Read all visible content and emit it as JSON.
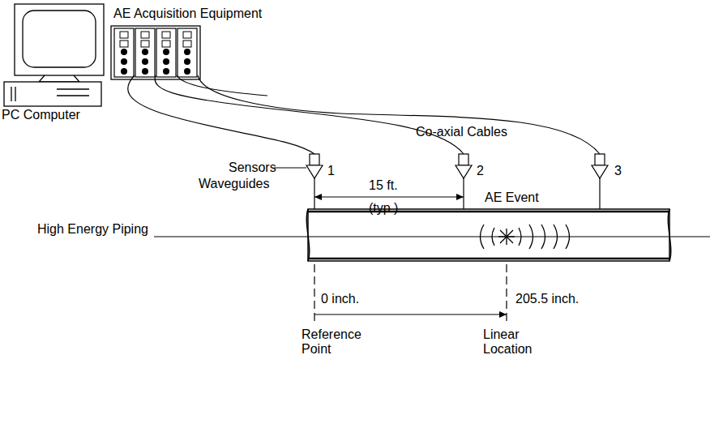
{
  "diagram": {
    "labels": [
      "AE Acquisition Equipment",
      "PC Computer",
      "Co-axial Cables",
      "Sensors",
      "Waveguides",
      "1",
      "15 ft.",
      "(typ.)",
      "2",
      "3",
      "AE Event",
      "High Energy Piping",
      "0 inch.",
      "205.5 inch.",
      "Reference Point",
      "Linear Location"
    ]
  }
}
